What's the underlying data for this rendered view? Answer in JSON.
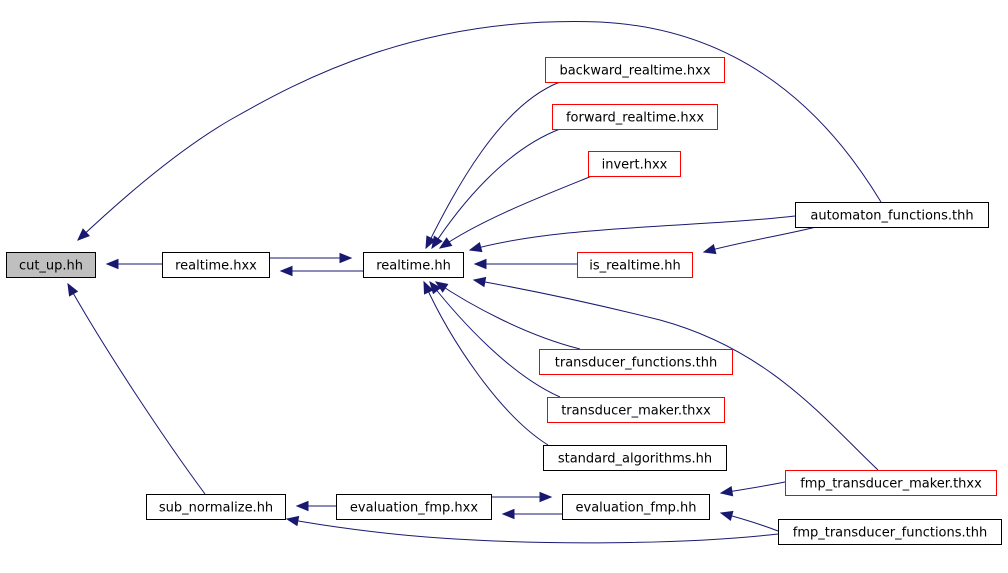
{
  "colors": {
    "edge": "#191970",
    "arrowhead": "#191970",
    "border_normal": "#000000",
    "border_incomplete": "#ff0000",
    "fill_root": "#bfbfbf",
    "fill_normal": "#ffffff"
  },
  "nodes": [
    {
      "id": "cut_up",
      "label": "cut_up.hh",
      "kind": "root"
    },
    {
      "id": "realtime_hxx",
      "label": "realtime.hxx",
      "kind": "normal"
    },
    {
      "id": "realtime_hh",
      "label": "realtime.hh",
      "kind": "normal"
    },
    {
      "id": "backward",
      "label": "backward_realtime.hxx",
      "kind": "incomplete"
    },
    {
      "id": "forward",
      "label": "forward_realtime.hxx",
      "kind": "incomplete"
    },
    {
      "id": "invert",
      "label": "invert.hxx",
      "kind": "incomplete"
    },
    {
      "id": "automaton_functions",
      "label": "automaton_functions.thh",
      "kind": "normal"
    },
    {
      "id": "is_realtime",
      "label": "is_realtime.hh",
      "kind": "incomplete"
    },
    {
      "id": "transducer_functions",
      "label": "transducer_functions.thh",
      "kind": "incomplete"
    },
    {
      "id": "transducer_maker",
      "label": "transducer_maker.thxx",
      "kind": "incomplete"
    },
    {
      "id": "standard_algorithms",
      "label": "standard_algorithms.hh",
      "kind": "normal"
    },
    {
      "id": "sub_normalize",
      "label": "sub_normalize.hh",
      "kind": "normal"
    },
    {
      "id": "evaluation_fmp_hxx",
      "label": "evaluation_fmp.hxx",
      "kind": "normal"
    },
    {
      "id": "evaluation_fmp_hh",
      "label": "evaluation_fmp.hh",
      "kind": "normal"
    },
    {
      "id": "fmp_transducer_maker",
      "label": "fmp_transducer_maker.thxx",
      "kind": "incomplete"
    },
    {
      "id": "fmp_transducer_functions",
      "label": "fmp_transducer_functions.thh",
      "kind": "normal"
    }
  ],
  "edges": [
    {
      "from": "realtime_hxx",
      "to": "cut_up"
    },
    {
      "from": "automaton_functions",
      "to": "cut_up"
    },
    {
      "from": "sub_normalize",
      "to": "cut_up"
    },
    {
      "from": "realtime_hxx",
      "to": "realtime_hh"
    },
    {
      "from": "realtime_hh",
      "to": "realtime_hxx"
    },
    {
      "from": "backward",
      "to": "realtime_hh"
    },
    {
      "from": "forward",
      "to": "realtime_hh"
    },
    {
      "from": "invert",
      "to": "realtime_hh"
    },
    {
      "from": "automaton_functions",
      "to": "realtime_hh"
    },
    {
      "from": "is_realtime",
      "to": "realtime_hh"
    },
    {
      "from": "transducer_functions",
      "to": "realtime_hh"
    },
    {
      "from": "transducer_maker",
      "to": "realtime_hh"
    },
    {
      "from": "standard_algorithms",
      "to": "realtime_hh"
    },
    {
      "from": "fmp_transducer_maker",
      "to": "realtime_hh"
    },
    {
      "from": "automaton_functions",
      "to": "is_realtime"
    },
    {
      "from": "evaluation_fmp_hxx",
      "to": "sub_normalize"
    },
    {
      "from": "fmp_transducer_functions",
      "to": "sub_normalize"
    },
    {
      "from": "evaluation_fmp_hxx",
      "to": "evaluation_fmp_hh"
    },
    {
      "from": "evaluation_fmp_hh",
      "to": "evaluation_fmp_hxx"
    },
    {
      "from": "fmp_transducer_maker",
      "to": "evaluation_fmp_hh"
    },
    {
      "from": "fmp_transducer_functions",
      "to": "evaluation_fmp_hh"
    }
  ]
}
